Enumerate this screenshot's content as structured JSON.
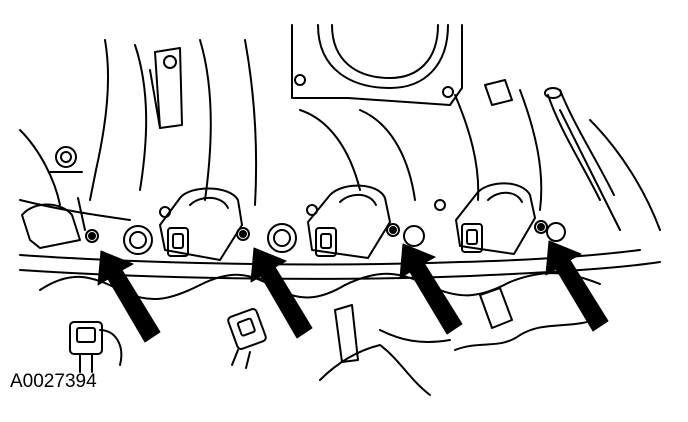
{
  "figure": {
    "reference_code": "A0027394"
  },
  "colors": {
    "line": "#000000",
    "background": "#ffffff"
  },
  "arrows": {
    "count": 4,
    "target": "injector-hold-down-bolt"
  }
}
